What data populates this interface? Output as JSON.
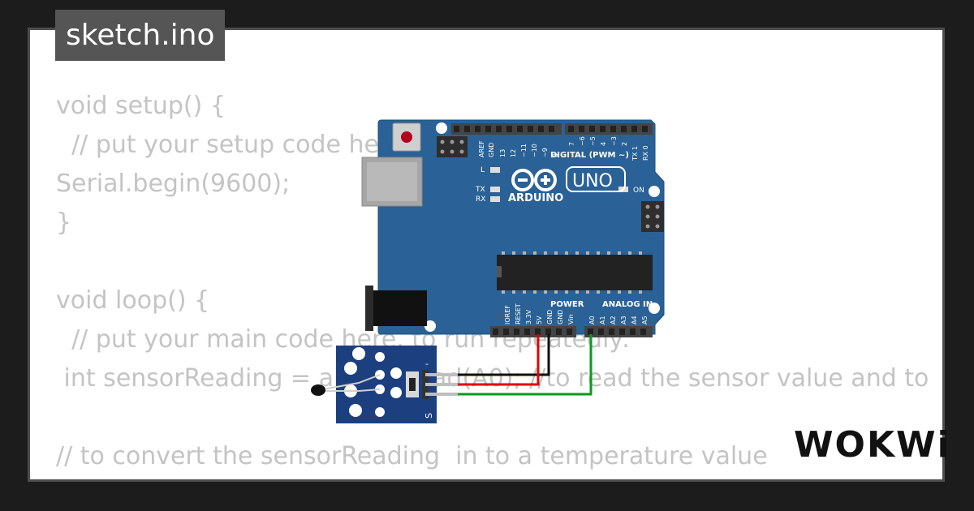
{
  "tab": {
    "filename": "sketch.ino"
  },
  "code_lines": [
    "void setup() {",
    "  // put your setup code here, to run once:",
    "Serial.begin(9600);",
    "}",
    "",
    "void loop() {",
    "  // put your main code here, to run repeatedly:",
    " int sensorReading = analogRead(A0); //to read the sensor value and to",
    "",
    "// to convert the sensorReading  in to a temperature value"
  ],
  "board": {
    "labels": {
      "model": "UNO",
      "brand": "ARDUINO",
      "digital": "DIGITAL (PWM ~)",
      "power": "POWER",
      "analog": "ANALOG IN",
      "led_l": "L",
      "led_tx": "TX",
      "led_rx": "RX",
      "led_on": "ON"
    },
    "digital_pins": [
      "AREF",
      "GND",
      "13",
      "12",
      "~11",
      "~10",
      "~9",
      "8",
      "7",
      "~6",
      "~5",
      "4",
      "~3",
      "2",
      "TX 1",
      "RX 0"
    ],
    "power_pins": [
      "IOREF",
      "RESET",
      "3.3V",
      "5V",
      "GND",
      "GND",
      "Vin"
    ],
    "analog_pins": [
      "A0",
      "A1",
      "A2",
      "A3",
      "A4",
      "A5"
    ],
    "colors": {
      "board": "#2a6196",
      "header": "#444444"
    }
  },
  "sensor": {
    "pin_minus": "-",
    "pin_signal": "S"
  },
  "wires": {
    "colors": {
      "gnd": "#111111",
      "vcc": "#e00000",
      "signal": "#0a9a1e"
    }
  },
  "brand_logo": "WOKWi"
}
